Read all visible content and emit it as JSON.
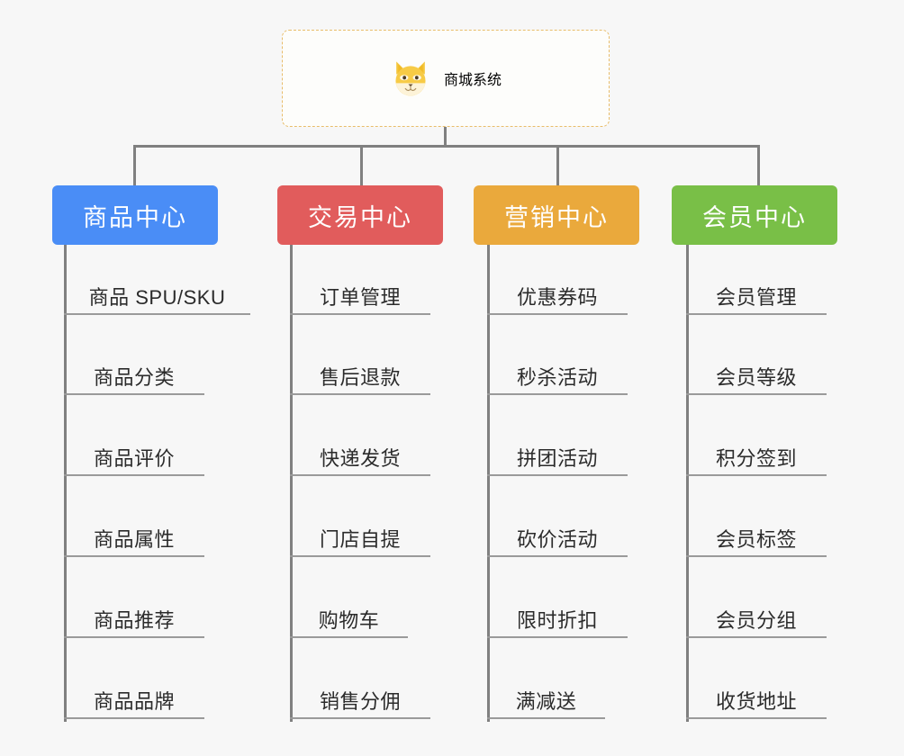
{
  "background_color": "#f7f7f7",
  "root": {
    "title": "商城系统",
    "icon": "shiba-dog-icon",
    "title_color": "#e6b03c",
    "border_color": "#e8bd6a"
  },
  "connector_color": "#808080",
  "columns": [
    {
      "header": "商品中心",
      "color": "#4a8df6",
      "items": [
        "商品 SPU/SKU",
        "商品分类",
        "商品评价",
        "商品属性",
        "商品推荐",
        "商品品牌"
      ]
    },
    {
      "header": "交易中心",
      "color": "#e15c5c",
      "items": [
        "订单管理",
        "售后退款",
        "快递发货",
        "门店自提",
        "购物车",
        "销售分佣"
      ]
    },
    {
      "header": "营销中心",
      "color": "#eaa93c",
      "items": [
        "优惠券码",
        "秒杀活动",
        "拼团活动",
        "砍价活动",
        "限时折扣",
        "满减送"
      ]
    },
    {
      "header": "会员中心",
      "color": "#79bf47",
      "items": [
        "会员管理",
        "会员等级",
        "积分签到",
        "会员标签",
        "会员分组",
        "收货地址"
      ]
    }
  ]
}
